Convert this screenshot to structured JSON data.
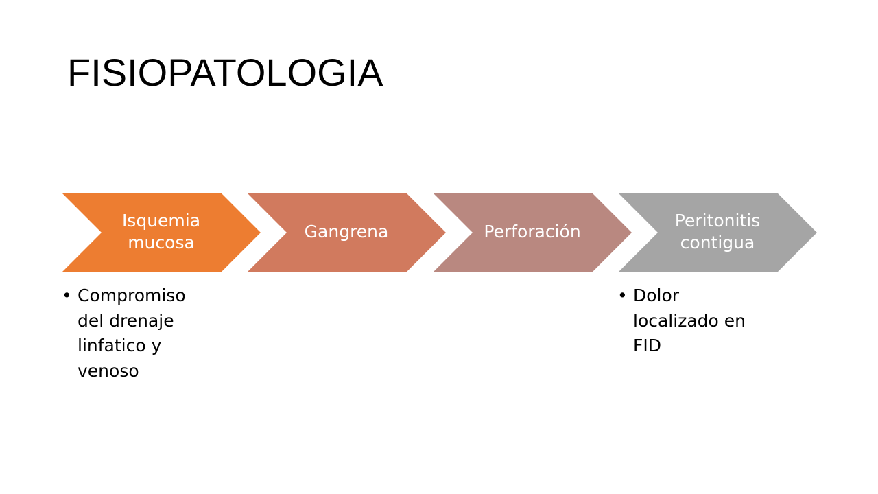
{
  "slide": {
    "title": "FISIOPATOLOGIA"
  },
  "process": {
    "steps": [
      {
        "label": "Isquemia\nmucosa",
        "color": "#ed7d31",
        "bullets": [
          "Compromiso del drenaje linfatico y venoso"
        ]
      },
      {
        "label": "Gangrena",
        "color": "#d17a5e",
        "bullets": []
      },
      {
        "label": "Perforación",
        "color": "#b98880",
        "bullets": []
      },
      {
        "label": "Peritonitis\ncontigua",
        "color": "#a5a5a5",
        "bullets": [
          "Dolor localizado en FID"
        ]
      }
    ]
  }
}
